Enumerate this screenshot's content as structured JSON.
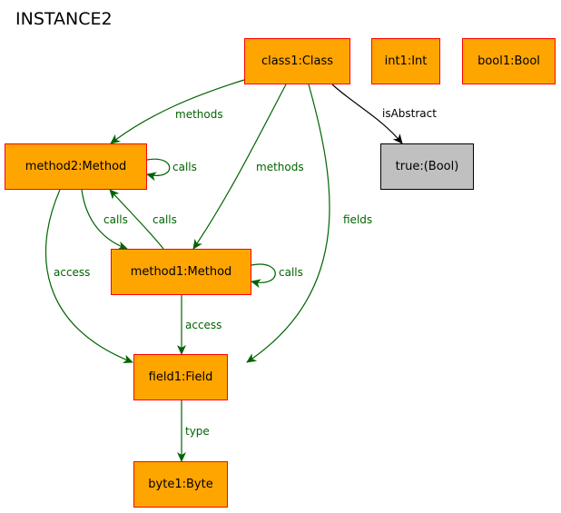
{
  "diagram": {
    "title": "INSTANCE2",
    "colors": {
      "node_fill": "#ffa500",
      "node_border": "#ff0000",
      "value_fill": "#c0c0c0",
      "value_border": "#000000",
      "edge_green": "#006400",
      "edge_black": "#000000"
    },
    "nodes": [
      {
        "id": "class1",
        "label": "class1:Class",
        "kind": "object"
      },
      {
        "id": "int1",
        "label": "int1:Int",
        "kind": "object"
      },
      {
        "id": "bool1",
        "label": "bool1:Bool",
        "kind": "object"
      },
      {
        "id": "method2",
        "label": "method2:Method",
        "kind": "object"
      },
      {
        "id": "true",
        "label": "true:(Bool)",
        "kind": "value"
      },
      {
        "id": "method1",
        "label": "method1:Method",
        "kind": "object"
      },
      {
        "id": "field1",
        "label": "field1:Field",
        "kind": "object"
      },
      {
        "id": "byte1",
        "label": "byte1:Byte",
        "kind": "object"
      }
    ],
    "edges": [
      {
        "id": "e1",
        "from": "class1",
        "to": "method2",
        "label": "methods",
        "color": "green"
      },
      {
        "id": "e2",
        "from": "class1",
        "to": "method1",
        "label": "methods",
        "color": "green"
      },
      {
        "id": "e3",
        "from": "class1",
        "to": "field1",
        "label": "fields",
        "color": "green"
      },
      {
        "id": "e4",
        "from": "class1",
        "to": "true",
        "label": "isAbstract",
        "color": "black"
      },
      {
        "id": "e5",
        "from": "method2",
        "to": "method2",
        "label": "calls",
        "color": "green"
      },
      {
        "id": "e6",
        "from": "method2",
        "to": "method1",
        "label": "calls",
        "color": "green"
      },
      {
        "id": "e7",
        "from": "method1",
        "to": "method2",
        "label": "calls",
        "color": "green"
      },
      {
        "id": "e8",
        "from": "method1",
        "to": "method1",
        "label": "calls",
        "color": "green"
      },
      {
        "id": "e9",
        "from": "method2",
        "to": "field1",
        "label": "access",
        "color": "green"
      },
      {
        "id": "e10",
        "from": "method1",
        "to": "field1",
        "label": "access",
        "color": "green"
      },
      {
        "id": "e11",
        "from": "field1",
        "to": "byte1",
        "label": "type",
        "color": "green"
      }
    ]
  }
}
